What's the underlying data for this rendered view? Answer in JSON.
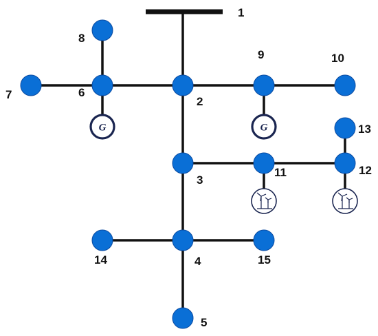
{
  "diagram": {
    "bus_labels": {
      "n1": "1",
      "n2": "2",
      "n3": "3",
      "n4": "4",
      "n5": "5",
      "n6": "6",
      "n7": "7",
      "n8": "8",
      "n9": "9",
      "n10": "10",
      "n11": "11",
      "n12": "12",
      "n13": "13",
      "n14": "14",
      "n15": "15"
    },
    "generators": {
      "g1": "G",
      "g2": "G"
    },
    "colors": {
      "node_fill": "#0a6fd6",
      "line": "#111111",
      "symbol_outline": "#1a2550"
    },
    "connections": [
      [
        "1",
        "2"
      ],
      [
        "2",
        "6"
      ],
      [
        "6",
        "7"
      ],
      [
        "6",
        "8"
      ],
      [
        "2",
        "9"
      ],
      [
        "9",
        "10"
      ],
      [
        "2",
        "3"
      ],
      [
        "3",
        "11"
      ],
      [
        "11",
        "12"
      ],
      [
        "12",
        "13"
      ],
      [
        "3",
        "4"
      ],
      [
        "4",
        "14"
      ],
      [
        "4",
        "15"
      ],
      [
        "4",
        "5"
      ]
    ],
    "generator_buses": [
      "6",
      "9"
    ],
    "wind_buses": [
      "11",
      "12"
    ],
    "icons": {
      "generator": "generator-icon",
      "wind": "wind-turbine-icon"
    }
  }
}
